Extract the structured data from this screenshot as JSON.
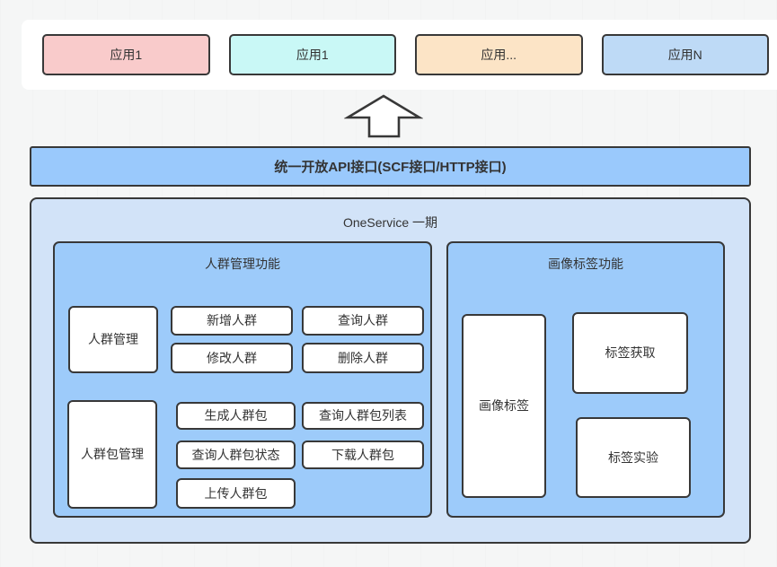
{
  "colors": {
    "background": "#f5f6f6",
    "border": "#383838",
    "text": "#333333",
    "api_bar_fill": "#9ac9fc",
    "oneservice_fill": "#d2e3f8",
    "panel_fill": "#9dcbfa",
    "white_box_fill": "#ffffff"
  },
  "app_layer": {
    "items": [
      {
        "label": "应用1",
        "color": "#f9cbcb"
      },
      {
        "label": "应用1",
        "color": "#c9f8f6"
      },
      {
        "label": "应用...",
        "color": "#fce4c6"
      },
      {
        "label": "应用N",
        "color": "#bedaf6"
      }
    ]
  },
  "api_bar": {
    "label": "统一开放API接口(SCF接口/HTTP接口)"
  },
  "oneservice": {
    "title": "OneService 一期",
    "crowd_panel": {
      "title": "人群管理功能",
      "crowd_group_label": "人群管理",
      "crowd_items": [
        "新增人群",
        "查询人群",
        "修改人群",
        "删除人群"
      ],
      "pack_group_label": "人群包管理",
      "pack_items": [
        "生成人群包",
        "查询人群包列表",
        "查询人群包状态",
        "下载人群包",
        "上传人群包"
      ]
    },
    "profile_panel": {
      "title": "画像标签功能",
      "tag_group_label": "画像标签",
      "tag_items": [
        "标签获取",
        "标签实验"
      ]
    }
  }
}
